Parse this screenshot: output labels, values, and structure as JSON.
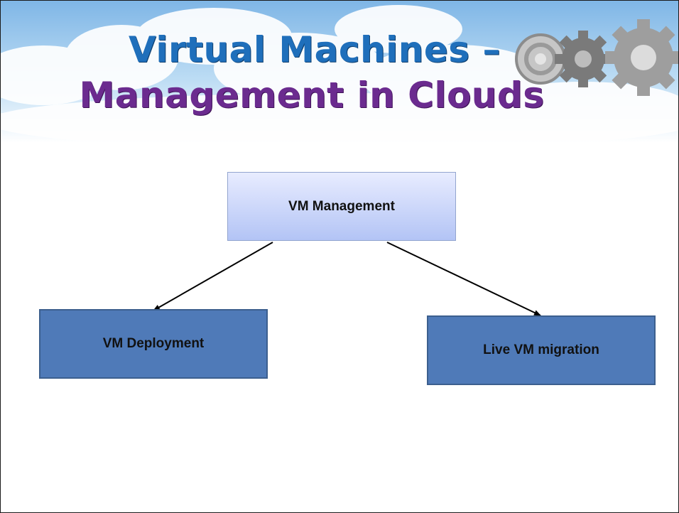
{
  "slide": {
    "title_line1": "Virtual Machines –",
    "title_line2": "Management in Clouds"
  },
  "diagram": {
    "root": {
      "label": "VM Management"
    },
    "children": [
      {
        "label": "VM Deployment"
      },
      {
        "label": "Live VM migration"
      }
    ]
  },
  "colors": {
    "title_line1": "#1f6fbb",
    "title_line2": "#6b2b8f",
    "root_fill": "#c9d5fb",
    "child_fill": "#4f7ab8"
  }
}
